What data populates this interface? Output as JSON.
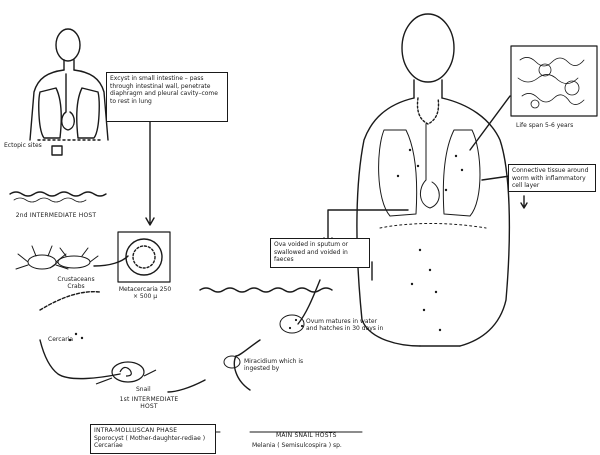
{
  "diagram": {
    "excyst_box": "Excyst in small intestine – pass through intestinal wall, penetrate diaphragm and pleural cavity–come to rest in lung",
    "ectopic_sites": "Ectopic sites",
    "second_host_title": "2nd INTERMEDIATE HOST",
    "crustaceans_label": "Crustaceans Crabs",
    "metacercaria_label": "Metacercaria 250 × 500 μ",
    "cercaria_label": "Cercaria",
    "snail_label": "Snail",
    "first_host_title": "1st INTERMEDIATE HOST",
    "intra_molluscan_title": "INTRA-MOLLUSCAN PHASE",
    "intra_molluscan_text": "Sporocyst ( Mother-daughter-rediae ) Cercariae",
    "main_snail_title": "MAIN SNAIL HOSTS",
    "main_snail_text": "Melania ( Semisulcospira ) sp.",
    "miracidium_label": "Miracidium which is ingested by",
    "ovum_label": "Ovum matures in water and hatches in 30 days in",
    "ova_box": "Ova voided in sputum or swallowed and voided in faeces",
    "lifespan_label": "Life span 5-6 years",
    "cavities_box": "Connective tissue around worm with inflammatory cell layer"
  },
  "colors": {
    "ink": "#1a1a1a",
    "paper": "#ffffff",
    "shade": "#9a9a9a"
  }
}
